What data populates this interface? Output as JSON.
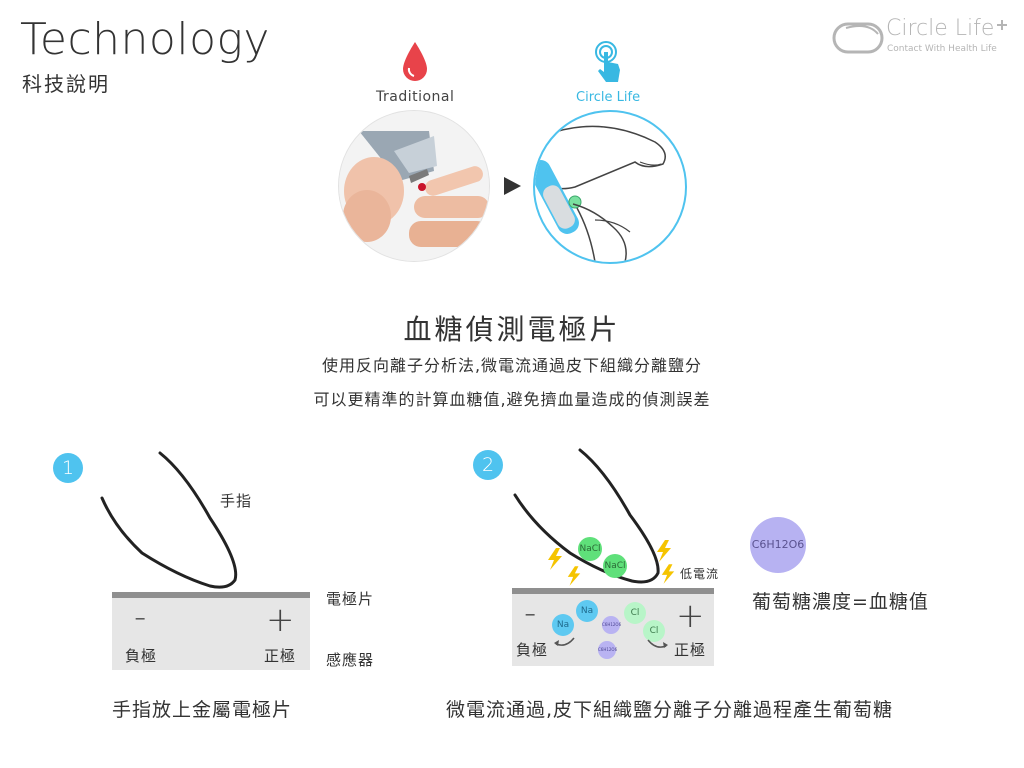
{
  "header": {
    "title": "Technology",
    "subtitle": "科技說明",
    "logo_name": "Circle Life",
    "logo_tagline": "Contact With Health Life"
  },
  "comparison": {
    "traditional_label": "Traditional",
    "circlelife_label": "Circle Life"
  },
  "section": {
    "heading": "血糖偵測電極片",
    "line1": "使用反向離子分析法,微電流通過皮下組織分離鹽分",
    "line2": "可以更精準的計算血糖值,避免擠血量造成的偵測誤差"
  },
  "step1": {
    "number": "1",
    "finger_label": "手指",
    "electrode_label": "電極片",
    "sensor_label": "感應器",
    "negative_label": "負極",
    "positive_label": "正極",
    "minus": "-",
    "plus": "+",
    "caption": "手指放上金屬電極片"
  },
  "step2": {
    "number": "2",
    "current_label": "低電流",
    "negative_label": "負極",
    "positive_label": "正極",
    "minus": "-",
    "plus": "+",
    "ion_nacl": "NaCl",
    "ion_na": "Na",
    "ion_cl": "Cl",
    "ion_glucose": "C6H12O6",
    "glucose_big": "C6H12O6",
    "glucose_text": "葡萄糖濃度=血糖值",
    "caption": "微電流通過,皮下組織鹽分離子分離過程產生葡萄糖"
  },
  "colors": {
    "accent": "#4fc3ef",
    "blood": "#e8434a",
    "plate": "#e6e6e6",
    "electrode": "#8f8f8f",
    "glucose": "#b7b2f2",
    "spark": "#f5c400"
  }
}
